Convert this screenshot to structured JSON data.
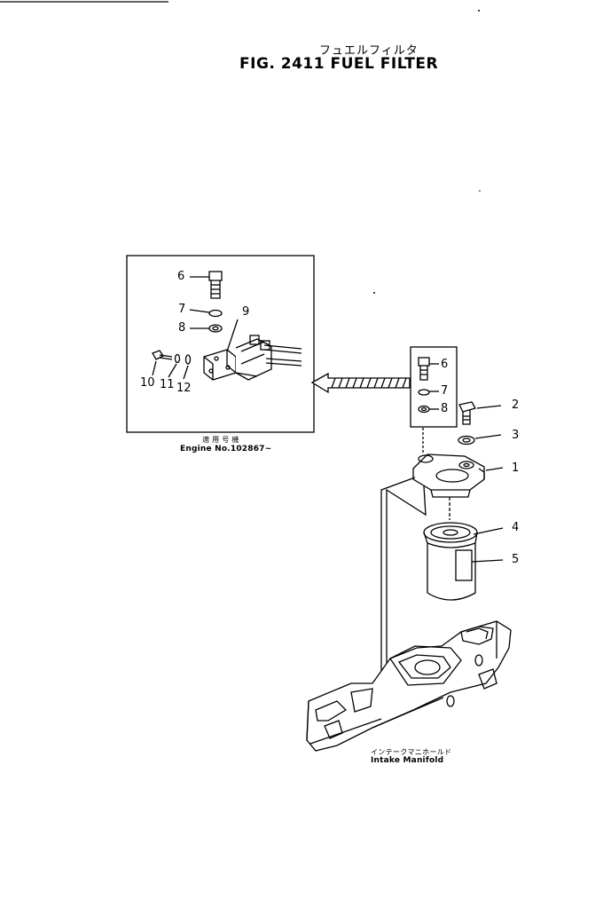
{
  "title": {
    "japanese": "フュエルフィルタ",
    "english": "FIG. 2411  FUEL FILTER"
  },
  "inset": {
    "callouts": [
      "6",
      "7",
      "8",
      "9",
      "10",
      "11",
      "12"
    ],
    "caption_jp": "適 用 号 機",
    "caption_en": "Engine No.102867~"
  },
  "detail_box": {
    "callouts": [
      "6",
      "7",
      "8"
    ]
  },
  "main": {
    "callouts": [
      "1",
      "2",
      "3",
      "4",
      "5"
    ],
    "manifold_caption_jp": "インテークマニホールド",
    "manifold_caption_en": "Intake  Manifold"
  },
  "colors": {
    "ink": "#000000",
    "paper": "#ffffff"
  }
}
